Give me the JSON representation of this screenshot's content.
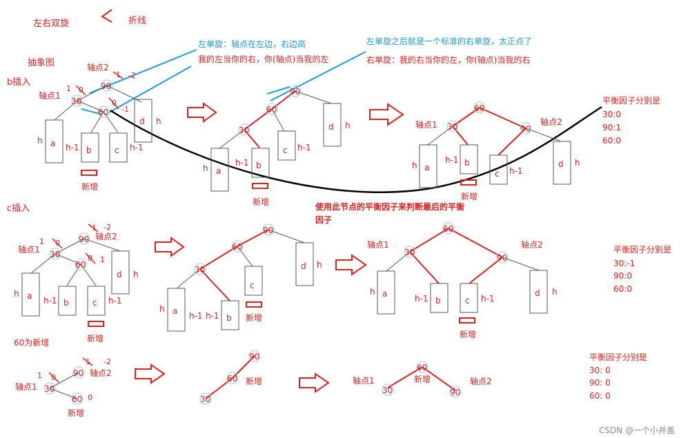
{
  "labels": {
    "double_rotation": "左右双旋",
    "polyline": "折线",
    "abstract": "抽象图",
    "b_insert": "b插入",
    "c_insert": "c插入",
    "sixty_new": "60为新增",
    "new": "新增",
    "pivot1": "轴点1",
    "pivot2": "轴点2",
    "h": "h",
    "h1": "h-1",
    "a": "a",
    "b": "b",
    "c": "c",
    "d": "d"
  },
  "nodes": {
    "n30": "30",
    "n60": "60",
    "n90": "90"
  },
  "factors": {
    "zero": "0",
    "one": "1",
    "neg1": "-1",
    "neg2": "-2"
  },
  "annotations": {
    "left_rot_title": "左单旋：轴点在左边，右边高",
    "left_rot_rule": "我的左当你的右，你(轴点)当我的左",
    "after_left": "左单旋之后就是一个标准的右单旋，太正点了",
    "right_rot_rule": "右单旋：我的右当你的左，你(轴点)当我的右",
    "use_factor_1": "使用此节点的平衡因子来判断最后的平衡",
    "use_factor_2": "因子"
  },
  "result_sections": [
    {
      "title": "平衡因子分别是",
      "lines": [
        "30:0",
        "90:1",
        "60:0"
      ]
    },
    {
      "title": "平衡因子分别是",
      "lines": [
        "30:-1",
        "90:0",
        "60:0"
      ]
    },
    {
      "title": "平衡因子分别是",
      "lines": [
        "30: 0",
        "90: 0",
        "60: 0"
      ]
    }
  ],
  "watermark": "CSDN @一个小井盖",
  "colors": {
    "red": "#e0201c",
    "blue": "#1a9ad6",
    "black": "#000000",
    "gray": "#555555"
  }
}
